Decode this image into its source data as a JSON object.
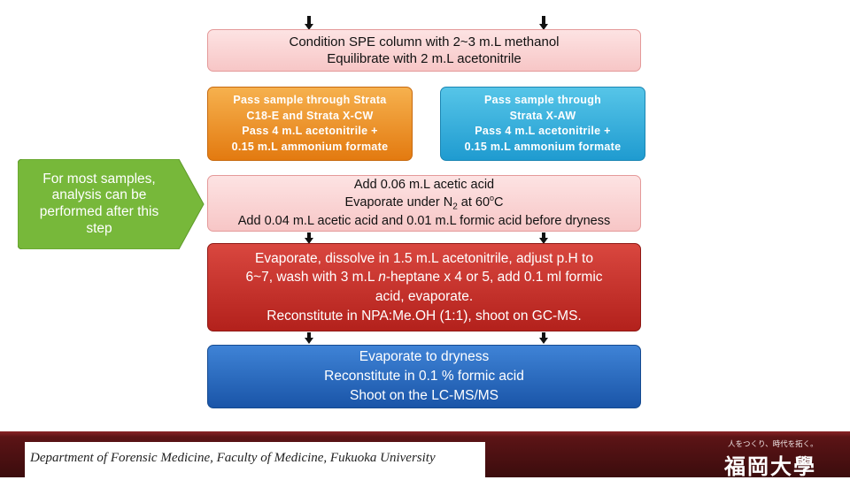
{
  "boxes": {
    "condition": [
      "Condition SPE column with 2~3 m.L methanol",
      "Equilibrate with 2 m.L acetonitrile"
    ],
    "strata_c18": [
      "Pass sample through Strata",
      "C18-E and Strata X-CW",
      "Pass 4 m.L acetonitrile +",
      "0.15 m.L ammonium formate"
    ],
    "strata_aw": [
      "Pass sample through",
      "Strata X-AW",
      "Pass 4 m.L acetonitrile +",
      "0.15 m.L ammonium formate"
    ],
    "acetic": {
      "line1": "Add 0.06 m.L acetic acid",
      "line2_pre": "Evaporate under N",
      "line2_sub": "2",
      "line2_post": " at 60",
      "line2_deg": "o",
      "line2_end": "C",
      "line3": "Add 0.04 m.L acetic acid and 0.01 m.L formic acid before dryness"
    },
    "gcms": {
      "line1": "Evaporate, dissolve in 1.5 m.L acetonitrile, adjust p.H to",
      "line2_pre": "6~7, wash with 3 m.L ",
      "line2_italic": "n",
      "line2_post": "-heptane x 4 or 5, add 0.1 ml formic",
      "line3": "acid, evaporate.",
      "line4": "Reconstitute in NPA:Me.OH (1:1), shoot on GC-MS."
    },
    "lcms": [
      "Evaporate to dryness",
      "Reconstitute in 0.1 % formic acid",
      "Shoot on the LC-MS/MS"
    ]
  },
  "side_note": [
    "For most samples,",
    "analysis can be",
    "performed after this",
    "step"
  ],
  "footer": {
    "department": "Department of  Forensic Medicine, Faculty of Medicine, Fukuoka University",
    "motto": "人をつくり、時代を拓く。",
    "university_logo": "福岡大學"
  },
  "colors": {
    "side_arrow": "#77b83a",
    "footer": "#5c1416"
  }
}
